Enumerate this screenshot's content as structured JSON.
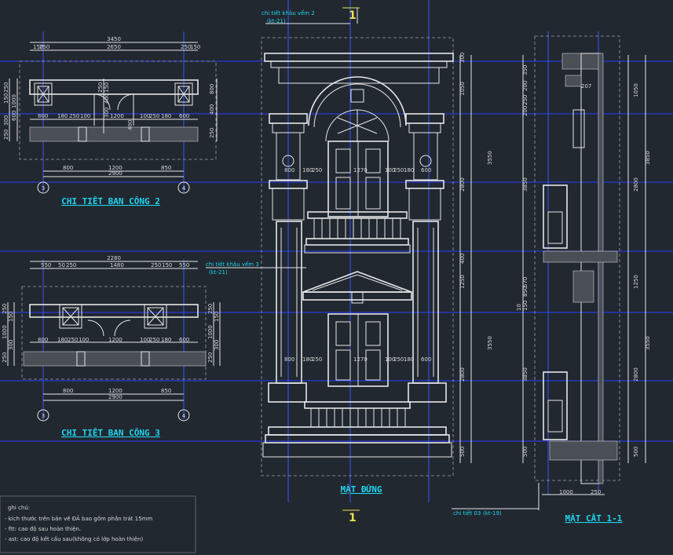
{
  "detail2": {
    "title": "CHI TIẾT BAN CÔNG 2",
    "top_dims": [
      "3450",
      "150",
      "250",
      "2650",
      "250",
      "150"
    ],
    "mid_dims": [
      "800",
      "180",
      "250",
      "100",
      "1200",
      "100",
      "250",
      "180",
      "600"
    ],
    "bottom_dims": [
      "800",
      "1200",
      "850",
      "2900"
    ],
    "left_dims": [
      "250",
      "150",
      "1000",
      "600",
      "300",
      "250"
    ],
    "inner_dims": [
      "250",
      "150",
      "400",
      "300",
      "400",
      "800",
      "250"
    ],
    "grid_a": "3",
    "grid_b": "4"
  },
  "detail3": {
    "title": "CHI TIẾT BAN CÔNG 3",
    "top_dims": [
      "2280",
      "550",
      "50",
      "250",
      "1480",
      "250",
      "150",
      "550"
    ],
    "mid_dims": [
      "800",
      "180",
      "250",
      "100",
      "1200",
      "100",
      "250",
      "180",
      "600"
    ],
    "bottom_dims": [
      "800",
      "1200",
      "850",
      "2900"
    ],
    "left_dims": [
      "250",
      "150",
      "1000",
      "300",
      "250"
    ],
    "right_dims": [
      "250",
      "150",
      "1000",
      "300",
      "250"
    ],
    "grid_a": "3",
    "grid_b": "4"
  },
  "elevation": {
    "title": "MẶT ĐỨNG",
    "section_mark": "1",
    "callout_top": "chi tiết khâu vểm 2",
    "callout_top_ref": "(kt-21)",
    "callout_mid": "chi tiết khâu vểm 3",
    "callout_mid_ref": "(kt-21)",
    "upper_dims": [
      "800",
      "180",
      "250",
      "1270",
      "100",
      "250",
      "180",
      "600"
    ],
    "lower_dims": [
      "800",
      "180",
      "250",
      "1270",
      "100",
      "250",
      "180",
      "600"
    ],
    "right_dims_a": [
      "300",
      "1050",
      "3550",
      "2800",
      "400",
      "1250",
      "3550",
      "2800",
      "500"
    ],
    "right_dims_b": [
      "350",
      "200",
      "250",
      "200",
      "3850",
      "850",
      "570",
      "10",
      "150",
      "3850",
      "500"
    ]
  },
  "section": {
    "title": "MẶT CẮT 1-1",
    "callout": "chi tiết 03",
    "callout_ref": "(kt-19)",
    "bottom_dims": [
      "1000",
      "250"
    ],
    "top_dim": "207",
    "right_dims": [
      "1050",
      "3850",
      "2800",
      "1250",
      "3550",
      "2800",
      "500"
    ]
  },
  "notes": {
    "heading": "ghi chú:",
    "lines": [
      "- kích thước trên bản vẽ ĐÃ bao gồm phần trát 15mm",
      "- ftt: cao độ sau hoàn thiện.",
      "- ast: cao độ kết cấu sau(không có lớp hoàn thiện)"
    ]
  }
}
